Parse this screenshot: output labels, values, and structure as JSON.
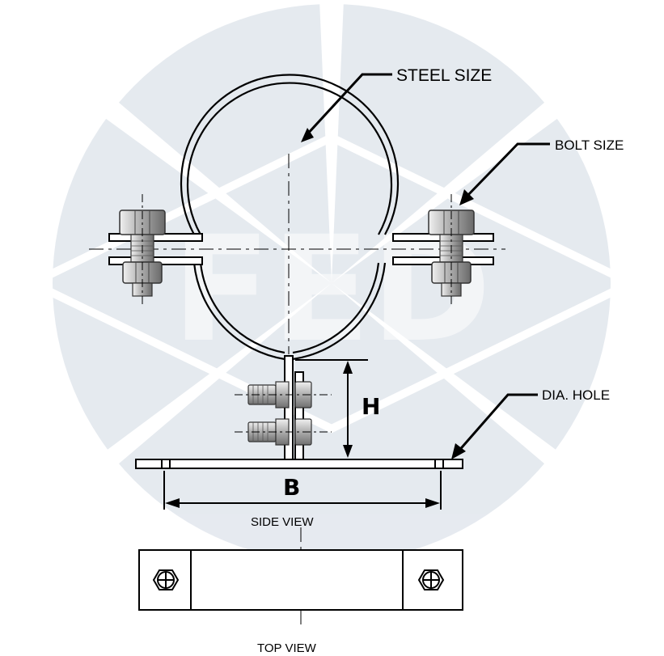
{
  "labels": {
    "steel_size": "STEEL SIZE",
    "bolt_size": "BOLT SIZE",
    "dia_hole": "DIA. HOLE",
    "dim_h": "H",
    "dim_b": "B",
    "side_view": "SIDE VIEW",
    "top_view": "TOP VIEW"
  },
  "watermark": {
    "text": "FED",
    "color": "#e3e8ee"
  },
  "colors": {
    "line": "#000000",
    "bolt_fill": "#c8c8c8",
    "bolt_shade": "#8a8a8a"
  }
}
